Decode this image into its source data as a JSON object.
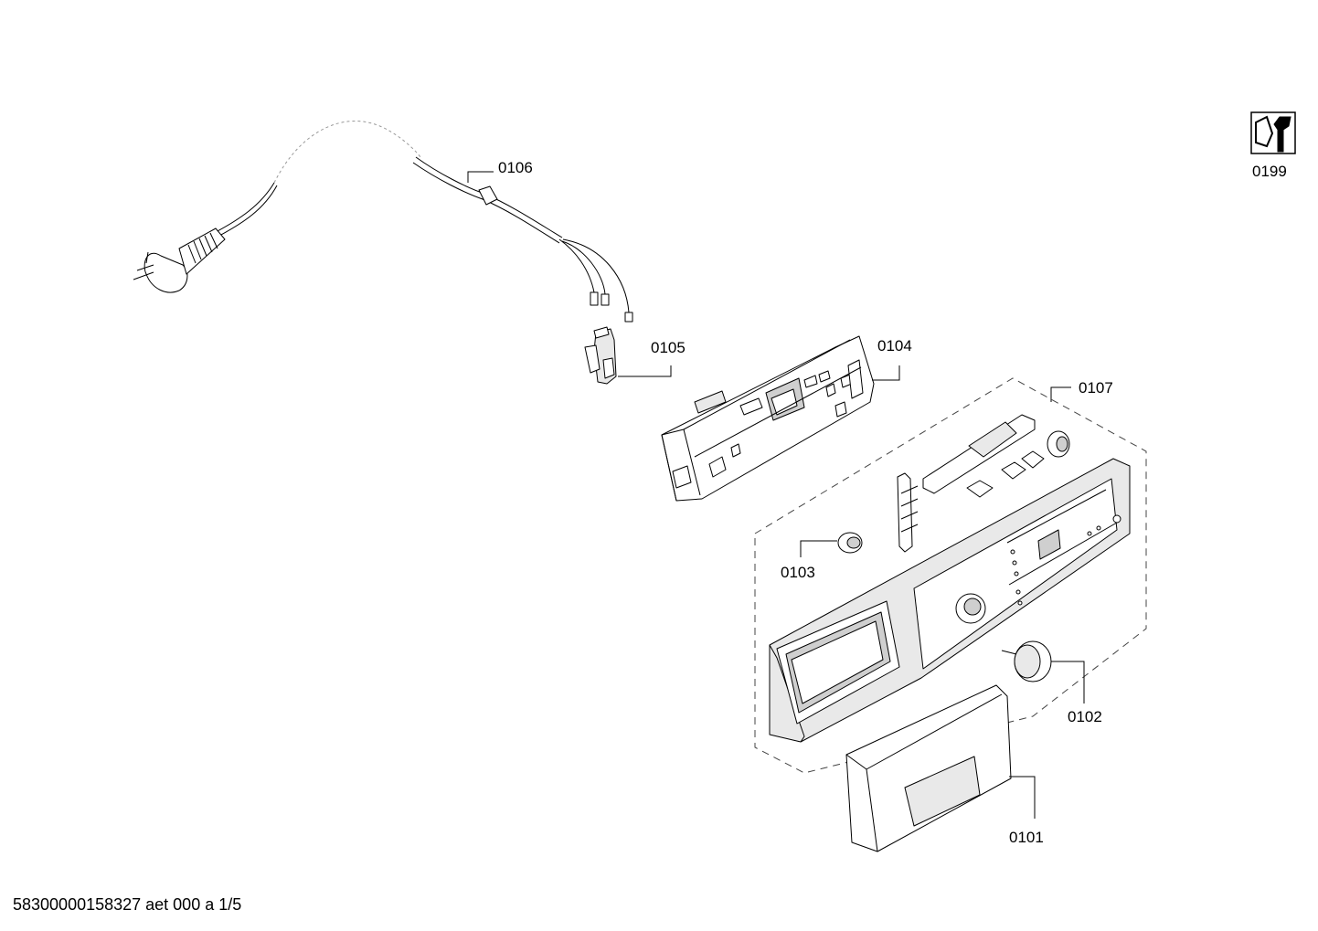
{
  "callouts": {
    "p0106": "0106",
    "p0105": "0105",
    "p0104": "0104",
    "p0107": "0107",
    "p0103": "0103",
    "p0102": "0102",
    "p0101": "0101",
    "p0199": "0199"
  },
  "footer": {
    "document_id": "58300000158327 aet 000 a 1/5"
  },
  "icons": {
    "service_icon": "wrench-nut-icon"
  },
  "colors": {
    "line": "#000000",
    "part_fill": "#ffffff",
    "shade": "#e9e9e9"
  }
}
